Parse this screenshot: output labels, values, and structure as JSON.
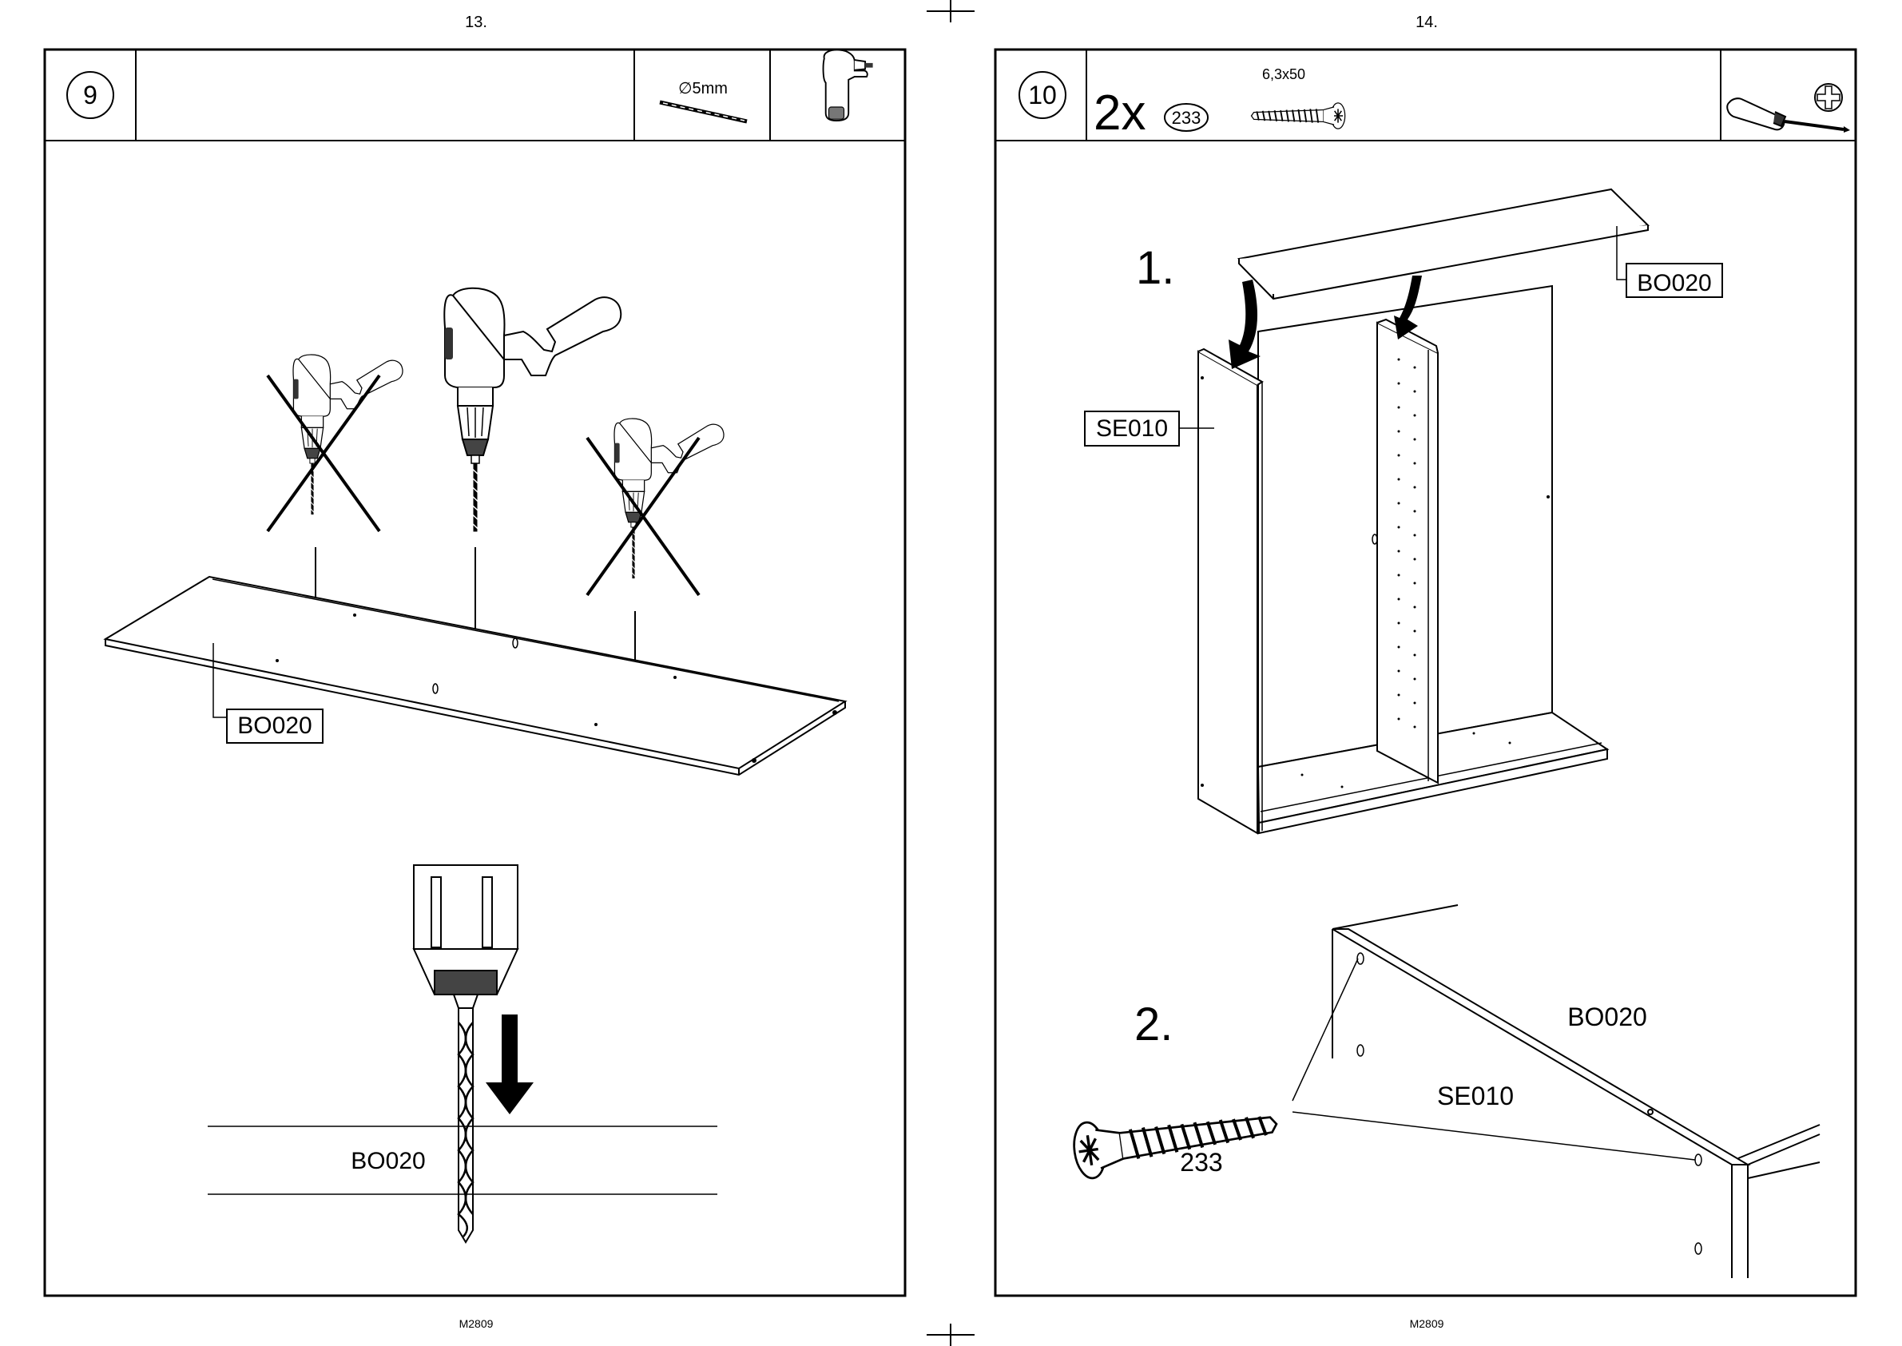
{
  "left_page": {
    "page_number": "13.",
    "footer_code": "M2809",
    "step_number": "9",
    "drill_bit_label": "∅5mm",
    "labels": {
      "top_panel": "BO020",
      "detail_panel": "BO020"
    }
  },
  "right_page": {
    "page_number": "14.",
    "footer_code": "M2809",
    "step_number": "10",
    "quantity": "2x",
    "part_number": "233",
    "screw_size": "6,3x50",
    "sub_step_1": "1.",
    "sub_step_2": "2.",
    "labels": {
      "top_panel": "BO020",
      "side_panel": "SE010",
      "detail_top_panel": "BO020",
      "detail_side_panel": "SE010",
      "detail_screw": "233"
    }
  },
  "icons": [
    "drill-bit-icon",
    "cordless-drill-icon",
    "screwdriver-icon",
    "phillips-head-icon",
    "confirmat-screw-icon"
  ]
}
